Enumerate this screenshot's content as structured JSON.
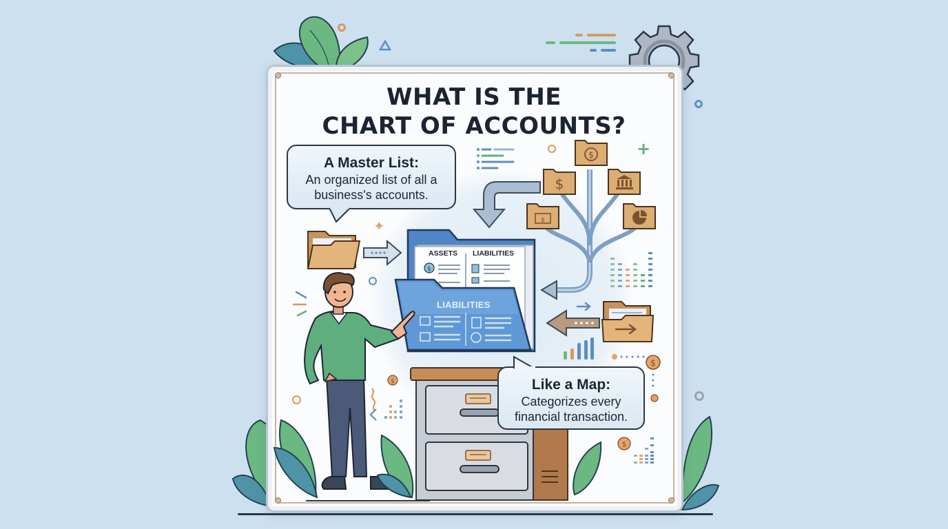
{
  "title": {
    "line1": "WHAT IS THE",
    "line2": "CHART OF ACCOUNTS?"
  },
  "callouts": {
    "master_list": {
      "heading": "A Master List:",
      "line1": "An organized list of all a",
      "line2": "business's accounts."
    },
    "like_a_map": {
      "heading": "Like a Map:",
      "line1": "Categorizes every",
      "line2": "financial transaction."
    }
  },
  "folder": {
    "doc_columns": [
      "ASSETS",
      "LIABILITIES"
    ],
    "front_label": "LIABILITIES"
  },
  "tree_folders": [
    {
      "icon": "dollar-coin-icon"
    },
    {
      "icon": "dollar-sign-icon"
    },
    {
      "icon": "bank-icon"
    },
    {
      "icon": "wallet-icon"
    },
    {
      "icon": "pie-chart-icon"
    }
  ],
  "colors": {
    "background": "#cde0ef",
    "board": "#fbfcfd",
    "title_text": "#1c2434",
    "folder_tan": "#dcae74",
    "folder_blue": "#4f86c6",
    "sweater_green": "#5fae7e",
    "accent_orange": "#d99a5f",
    "accent_green": "#5fae7e",
    "accent_blue": "#5b8ec2"
  }
}
